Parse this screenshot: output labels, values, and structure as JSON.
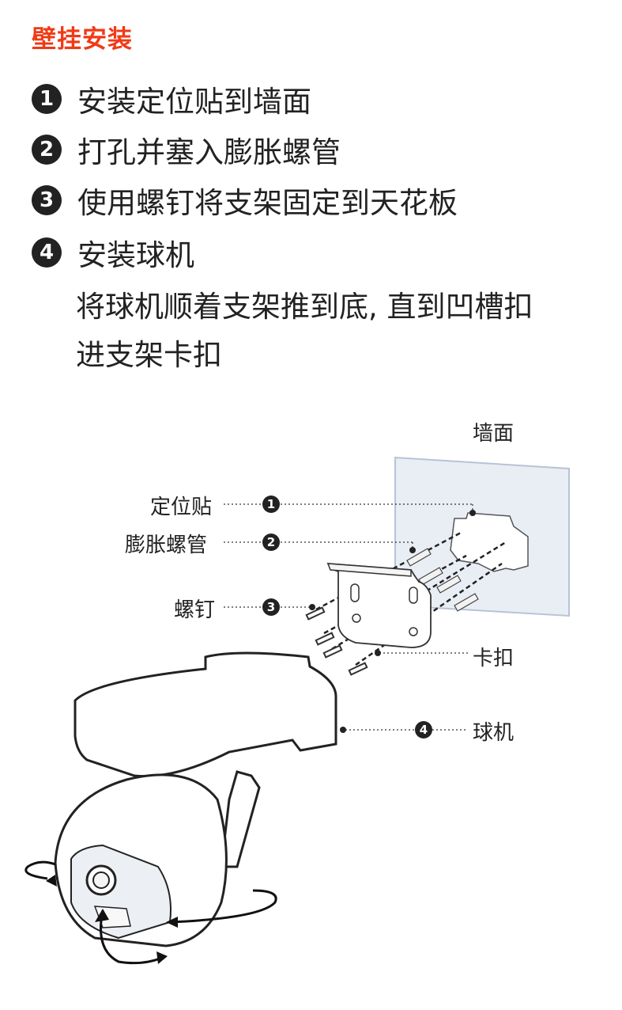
{
  "title": "壁挂安装",
  "steps": [
    {
      "num": "1",
      "text": "安装定位贴到墙面"
    },
    {
      "num": "2",
      "text": "打孔并塞入膨胀螺管"
    },
    {
      "num": "3",
      "text": "使用螺钉将支架固定到天花板"
    },
    {
      "num": "4",
      "text": "安装球机"
    }
  ],
  "step4_detail": [
    "将球机顺着支架推到底, 直到凹槽扣",
    "进支架卡扣"
  ],
  "diagram": {
    "wall": "墙面",
    "labels": [
      {
        "num": "1",
        "text": "定位贴"
      },
      {
        "num": "2",
        "text": "膨胀螺管"
      },
      {
        "num": "3",
        "text": "螺钉"
      },
      {
        "num": "4",
        "text": "球机"
      }
    ],
    "clip": "卡扣"
  },
  "colors": {
    "accent": "#f03a17",
    "wall": "#e9eef5"
  }
}
